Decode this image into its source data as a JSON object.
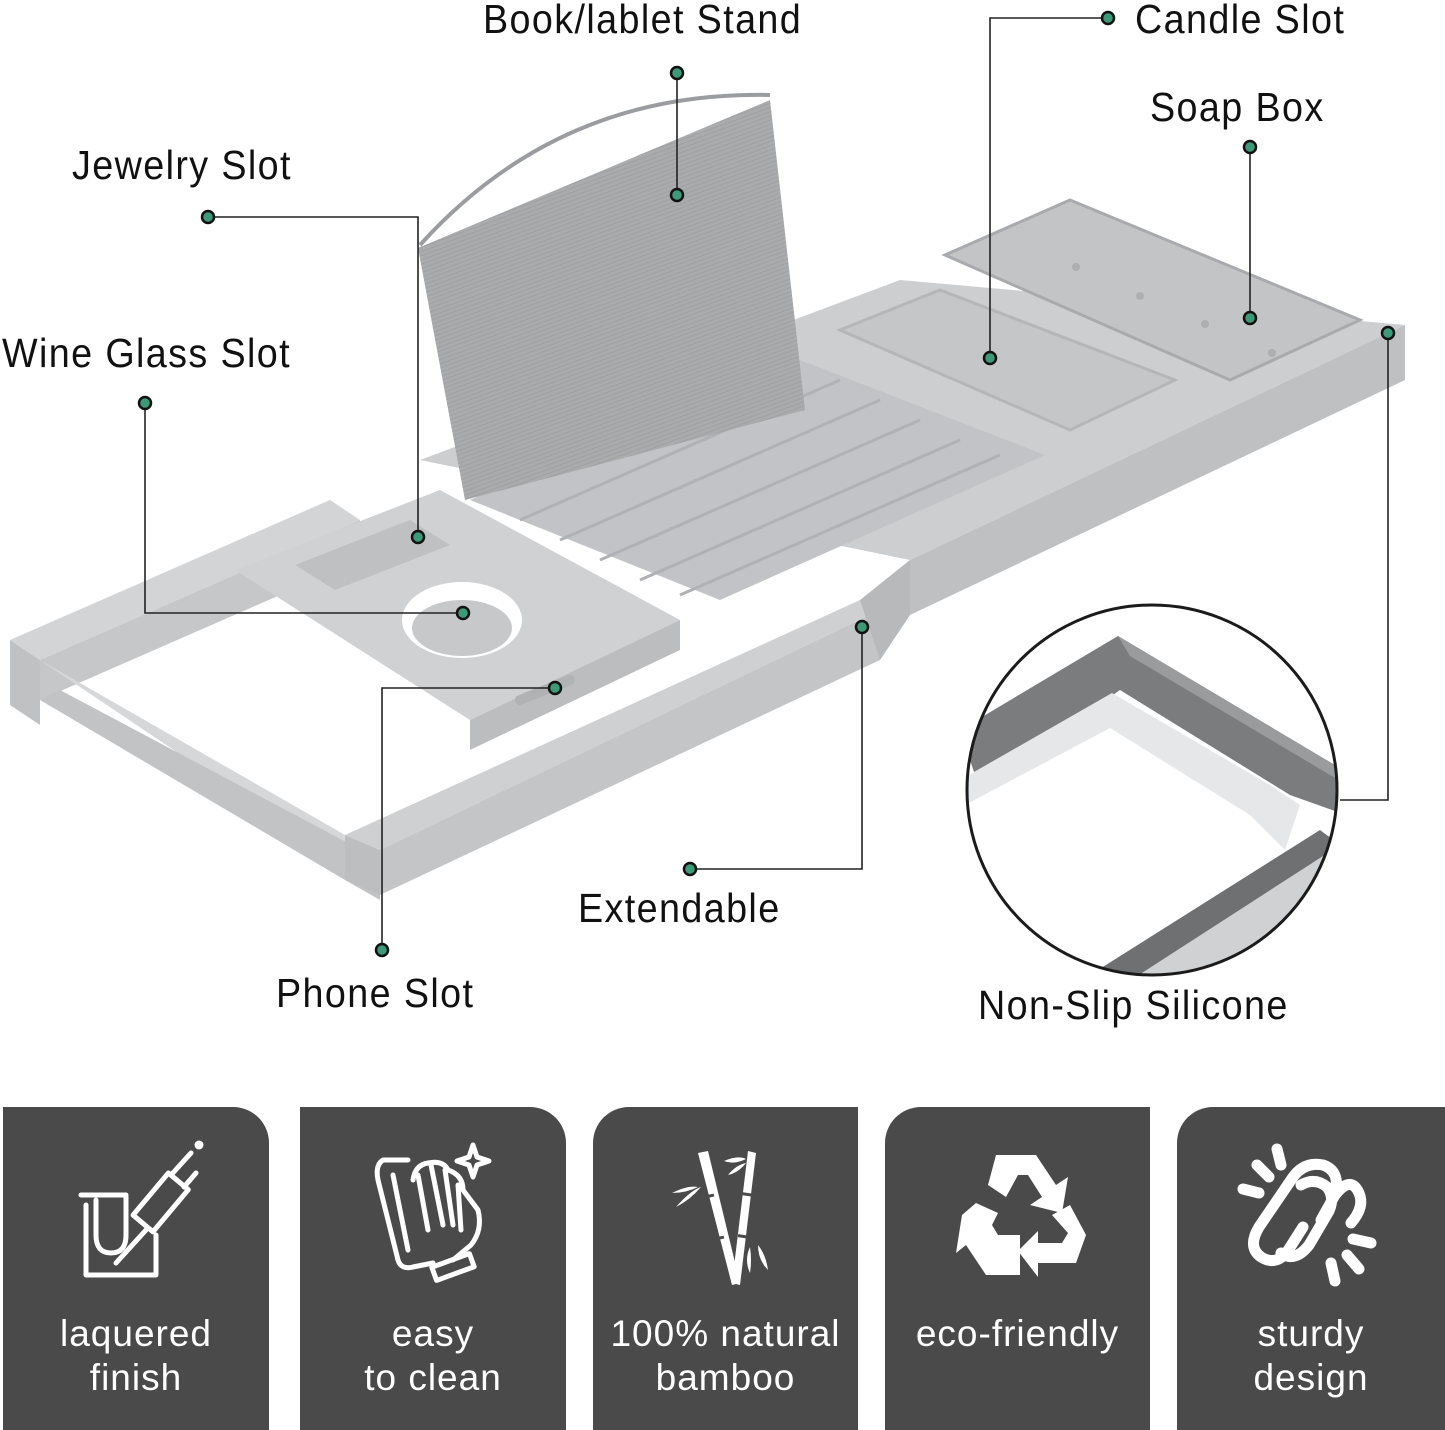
{
  "diagram": {
    "subject": "bathtub caddy tray",
    "accent_dot_color": "#3d9a78",
    "leader_line_color": "#222222",
    "tray_color": "#c8c9cb",
    "callouts": [
      {
        "id": "book-tablet-stand",
        "label": "Book/lablet Stand"
      },
      {
        "id": "candle-slot",
        "label": "Candle Slot"
      },
      {
        "id": "soap-box",
        "label": "Soap Box"
      },
      {
        "id": "jewelry-slot",
        "label": "Jewelry Slot"
      },
      {
        "id": "wine-glass-slot",
        "label": "Wine Glass Slot"
      },
      {
        "id": "extendable",
        "label": "Extendable"
      },
      {
        "id": "phone-slot",
        "label": "Phone Slot"
      },
      {
        "id": "non-slip-silicone",
        "label": "Non-Slip Silicone"
      }
    ]
  },
  "features": {
    "card_color": "#4a4a4a",
    "items": [
      {
        "icon": "paint-roller-icon",
        "line1": "laquered",
        "line2": "finish"
      },
      {
        "icon": "glove-cloth-icon",
        "line1": "easy",
        "line2": "to clean"
      },
      {
        "icon": "bamboo-icon",
        "line1": "100% natural",
        "line2": "bamboo"
      },
      {
        "icon": "recycle-icon",
        "line1": "eco-friendly",
        "line2": ""
      },
      {
        "icon": "chain-link-icon",
        "line1": "sturdy",
        "line2": "design"
      }
    ]
  }
}
